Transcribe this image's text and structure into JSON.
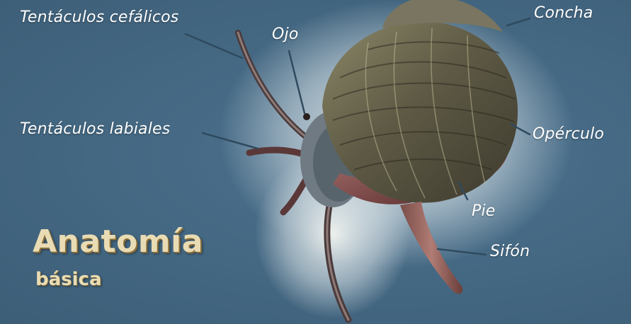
{
  "diagram": {
    "title": "Anatomía",
    "subtitle": "básica",
    "labels": {
      "head_tentacles": "Tentáculos cefálicos",
      "eye": "Ojo",
      "shell": "Concha",
      "labial_tentacles": "Tentáculos labiales",
      "operculum": "Opérculo",
      "foot": "Pie",
      "siphon": "Sifón"
    }
  },
  "colors": {
    "background": "#466a85",
    "label_text": "#ffffff",
    "leader_line": "#2f4a5e",
    "title_text": "#e9dcb4",
    "shell": "#6b6650",
    "body": "#8a4a48"
  }
}
